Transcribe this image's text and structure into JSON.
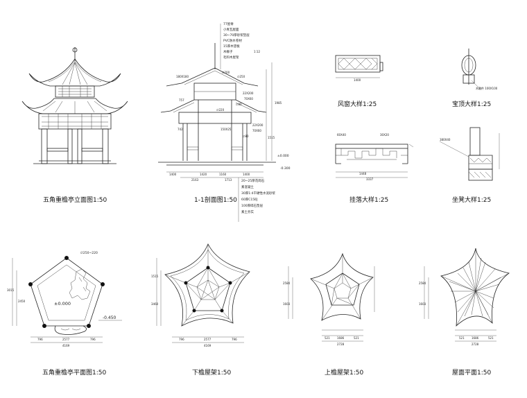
{
  "captions": {
    "elevation": "五角重檐亭立面图1:50",
    "section": "1-1剖面图1:50",
    "window": "风窗大样1:25",
    "finial": "宝顶大样1:25",
    "hanging": "挂落大样1:25",
    "bench": "坐凳大样1:25",
    "plan": "五角重檐亭平面图1:50",
    "lower_frame": "下檐屋架1:50",
    "upper_frame": "上檐屋架1:50",
    "roof_plan": "屋面平面1:50"
  },
  "section_notes": [
    "77屋脊",
    "小青瓦屋面",
    "30~70厚砂浆垫层",
    "PVC防水卷材",
    "15厚木望板",
    "木椽子",
    "毛料木屋架"
  ],
  "section_bottom_notes": [
    "20~25厚花岗石",
    "素混凝土",
    "30厚1:4干硬性水泥砂浆",
    "60厚C15砼",
    "100厚碎石垫层",
    "素土夯实"
  ],
  "section_dims": {
    "d1": "1:12",
    "d2": "180X180",
    "d3": "∅200",
    "d4": "∅250",
    "d5": "22X200",
    "d6": "70X60",
    "d7": "∅80",
    "d8": "∅220",
    "d9": "150X25",
    "d10": "22X200",
    "d11": "70X60",
    "d12": "∅80",
    "d13": "±0.000",
    "d14": "-0.300",
    "b1": "1400",
    "b2": "1420",
    "b3": "1160",
    "b4": "1400",
    "b5": "2163",
    "b6": "1713",
    "h1": "1985",
    "h2": "1515",
    "h3": "757",
    "h4": "742"
  },
  "window_dims": {
    "w": "1400"
  },
  "finial_dims": {
    "note": "木雕件 100X100"
  },
  "hanging_dims": {
    "a": "60X40",
    "b": "30X20",
    "c": "1448",
    "d": "3337"
  },
  "bench_dims": {
    "a": "380X40"
  },
  "plan_dims": {
    "elev": "±0.000",
    "low": "-0.450",
    "col": "∅250~220",
    "w1": "796",
    "w2": "2577",
    "w3": "796",
    "w4": "4169",
    "h1": "3015",
    "h2": "2450"
  },
  "lower_dims": {
    "w1": "796",
    "w2": "2577",
    "w3": "796",
    "w4": "4169",
    "h1": "1515",
    "h2": "3460"
  },
  "upper_dims": {
    "w1": "521",
    "w2": "1686",
    "w3": "521",
    "w4": "2728",
    "h1": "2584",
    "h2": "1603"
  },
  "roof_dims": {
    "w1": "521",
    "w2": "1686",
    "w3": "521",
    "w4": "2728",
    "h1": "2584",
    "h2": "1603"
  }
}
